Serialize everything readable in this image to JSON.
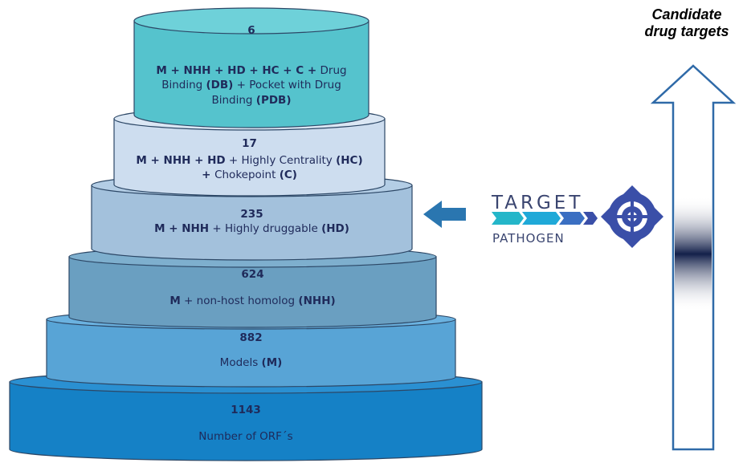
{
  "tiers": [
    {
      "count": "1143",
      "lines": [
        [
          {
            "t": "Number of ORF´s",
            "b": false
          }
        ]
      ]
    },
    {
      "count": "882",
      "lines": [
        [
          {
            "t": "Models ",
            "b": false
          },
          {
            "t": "(M)",
            "b": true
          }
        ]
      ]
    },
    {
      "count": "624",
      "lines": [
        [
          {
            "t": "M",
            "b": true
          },
          {
            "t": " + non-host homolog ",
            "b": false
          },
          {
            "t": "(NHH)",
            "b": true
          }
        ]
      ]
    },
    {
      "count": "235",
      "lines": [
        [
          {
            "t": "M + NHH",
            "b": true
          },
          {
            "t": " + Highly druggable ",
            "b": false
          },
          {
            "t": "(HD)",
            "b": true
          }
        ]
      ]
    },
    {
      "count": "17",
      "lines": [
        [
          {
            "t": "M + NHH + HD",
            "b": true
          },
          {
            "t": " + Highly Centrality ",
            "b": false
          },
          {
            "t": "(HC)",
            "b": true
          }
        ],
        [
          {
            "t": "+ ",
            "b": true
          },
          {
            "t": "Chokepoint ",
            "b": false
          },
          {
            "t": "(C)",
            "b": true
          }
        ]
      ]
    },
    {
      "count": "6",
      "lines": [
        [
          {
            "t": "M + NHH + HD + HC + C +",
            "b": true
          },
          {
            "t": " Drug",
            "b": false
          }
        ],
        [
          {
            "t": "Binding ",
            "b": false
          },
          {
            "t": "(DB)",
            "b": true
          },
          {
            "t": " + Pocket with Drug",
            "b": false
          }
        ],
        [
          {
            "t": "Binding ",
            "b": false
          },
          {
            "t": "(PDB)",
            "b": true
          }
        ]
      ]
    }
  ],
  "logo": {
    "top_word": "TARGET",
    "bottom_word": "PATHOGEN"
  },
  "candidate_label": {
    "line1": "Candidate",
    "line2": "drug targets"
  },
  "colors": {
    "tier_fills": [
      "#1581c6",
      "#58a4d6",
      "#6a9fc1",
      "#a3c1dc",
      "#cdddef",
      "#55c3cd"
    ],
    "tier_tops": [
      "#2a90d2",
      "#6bb2e0",
      "#7eafce",
      "#b3cde5",
      "#dbe7f4",
      "#6ed1d9"
    ],
    "text": "#1f2a5a",
    "arrow_small": "#2a76b0",
    "logo_blue": "#3a4fa8",
    "logo_cyan": "#24b6c9",
    "big_arrow_stroke": "#2f6aa8"
  }
}
